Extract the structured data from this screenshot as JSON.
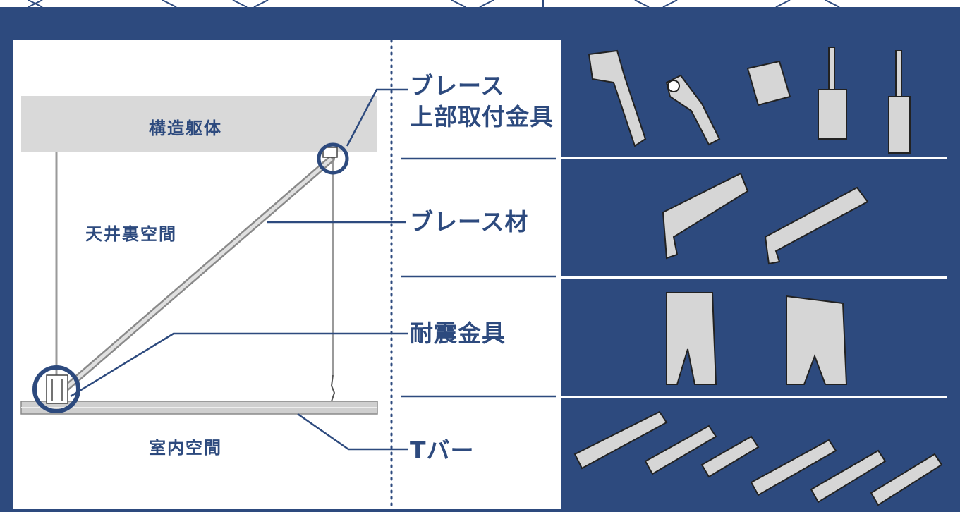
{
  "diagram": {
    "regions": {
      "structure": "構造躯体",
      "ceiling_space": "天井裏空間",
      "room_space": "室内空間"
    },
    "callouts": {
      "brace_upper_bracket_line1": "ブレース",
      "brace_upper_bracket_line2": "上部取付金具",
      "brace_material": "ブレース材",
      "seismic_bracket": "耐震金具",
      "t_bar": "Tバー"
    }
  },
  "colors": {
    "navy": "#2d4a7e",
    "slab_gray": "#d9d9d9",
    "line_gray": "#8a8a8a",
    "white": "#ffffff"
  },
  "photos": [
    {
      "name": "brace-upper-bracket-parts-photo"
    },
    {
      "name": "brace-material-parts-photo"
    },
    {
      "name": "seismic-bracket-parts-photo"
    },
    {
      "name": "t-bar-parts-photo"
    }
  ]
}
